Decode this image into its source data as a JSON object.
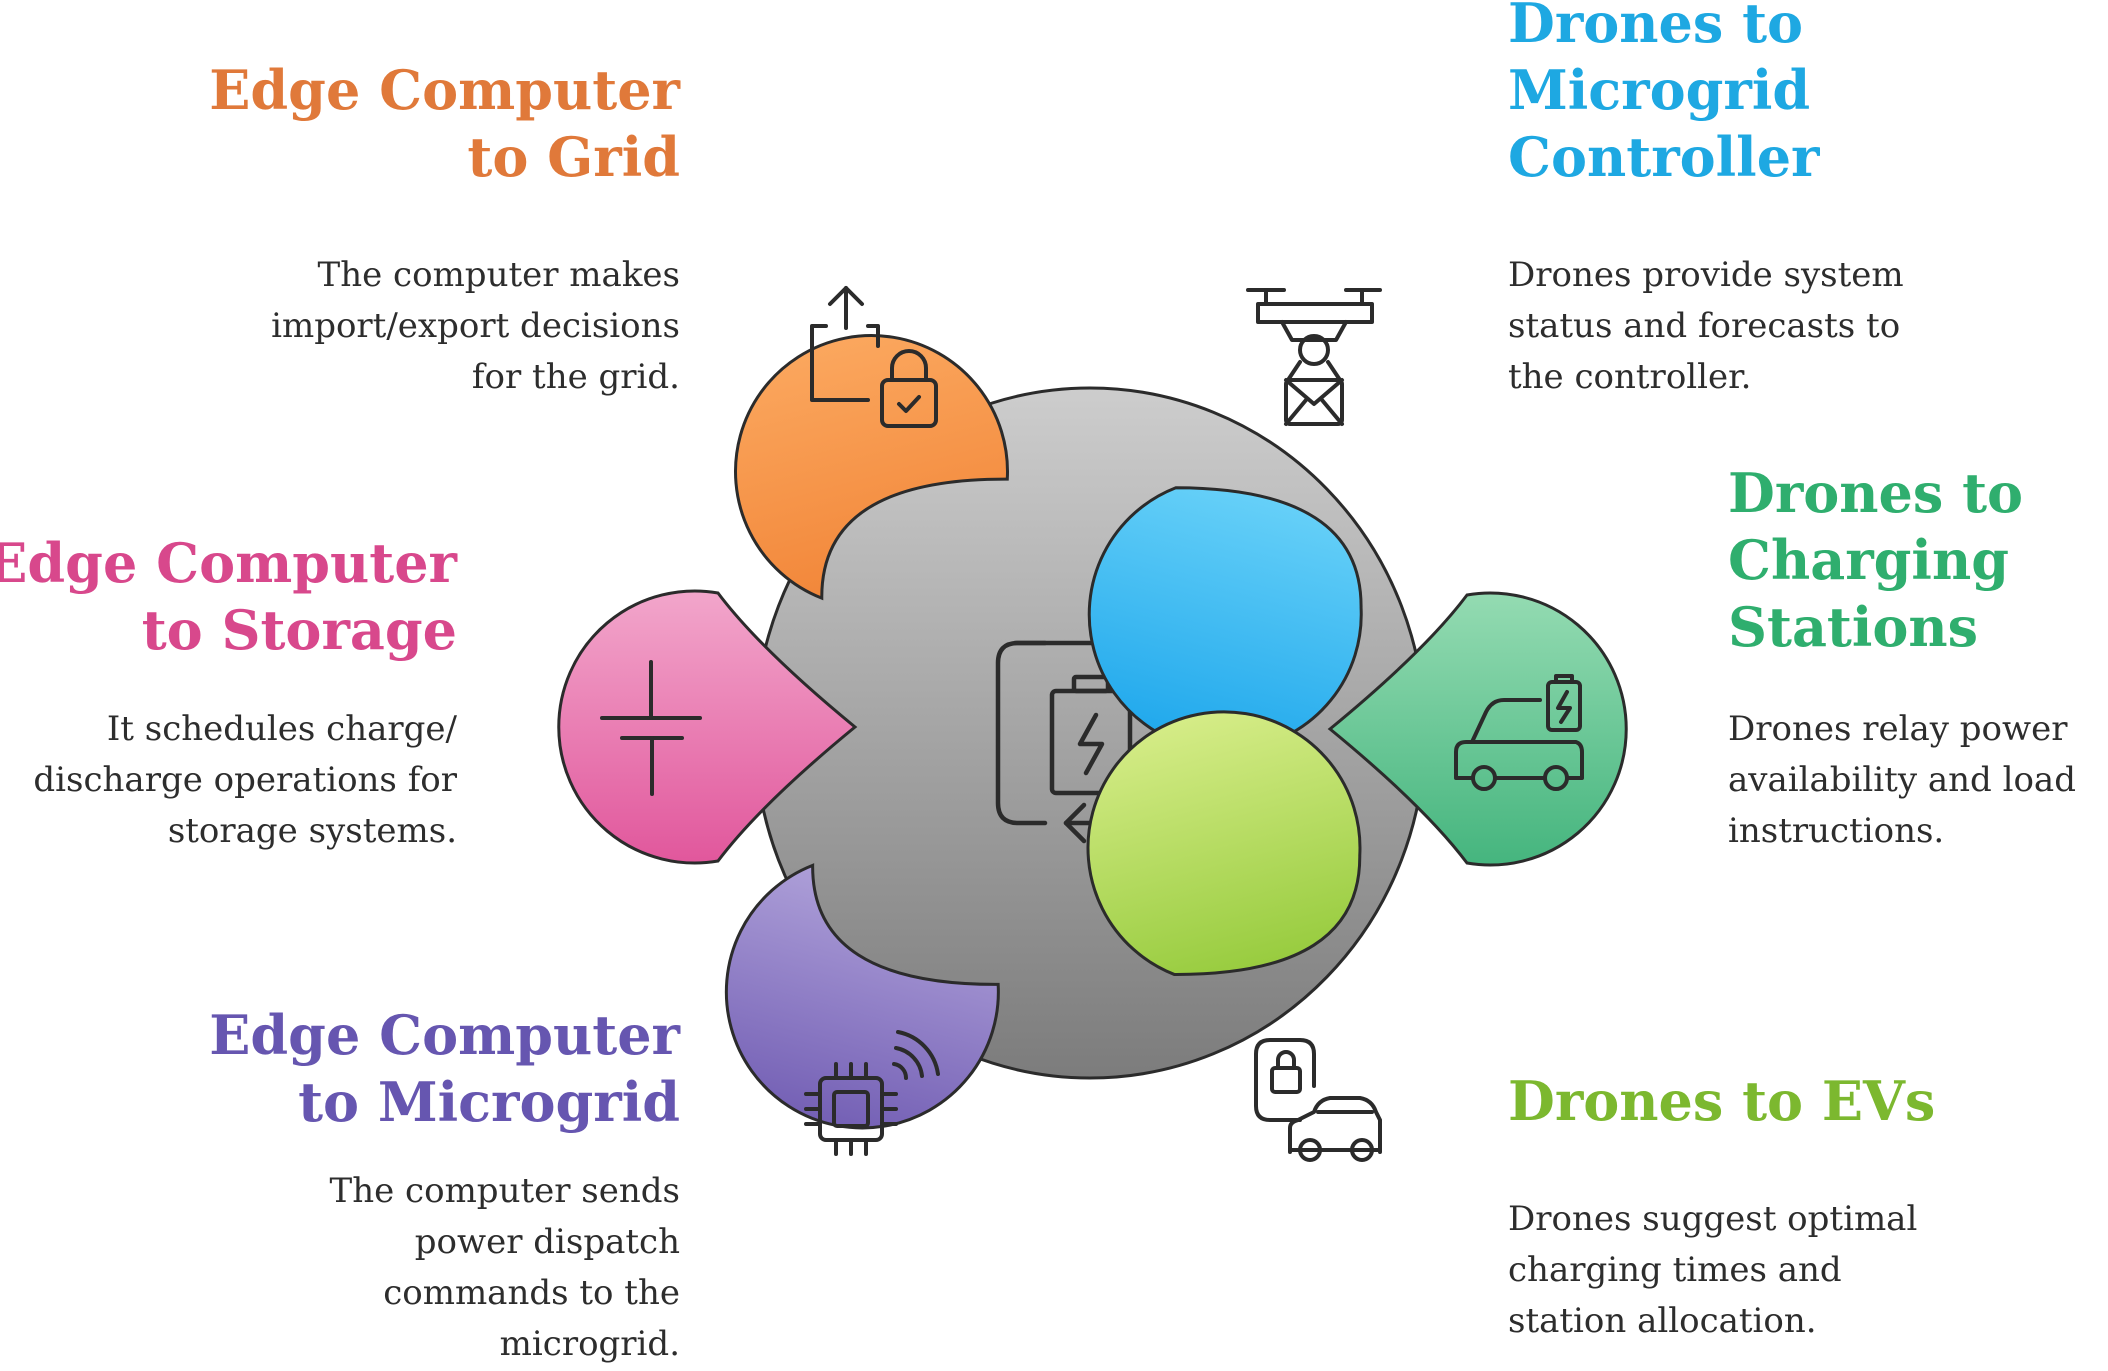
{
  "nodes": [
    {
      "id": "edge-grid",
      "title": [
        "Edge Computer",
        "to Grid"
      ],
      "description": [
        "The computer makes",
        "import/export decisions",
        "for the grid."
      ],
      "color": "#e0793a",
      "gradient": [
        "#fba75e",
        "#f2873a"
      ],
      "icon": "upload-lock-icon"
    },
    {
      "id": "drones-controller",
      "title": [
        "Drones to",
        "Microgrid",
        "Controller"
      ],
      "description": [
        "Drones provide system",
        "status and forecasts to",
        "the controller."
      ],
      "color": "#1ea8e2",
      "gradient": [
        "#66d0f8",
        "#20a8ec"
      ],
      "icon": "drone-package-icon"
    },
    {
      "id": "edge-storage",
      "title": [
        "Edge Computer",
        "to Storage"
      ],
      "description": [
        "It schedules charge/",
        "discharge operations for",
        "storage systems."
      ],
      "color": "#d8488c",
      "gradient": [
        "#f2a6cb",
        "#e1579c"
      ],
      "icon": "capacitor-icon"
    },
    {
      "id": "drones-stations",
      "title": [
        "Drones to",
        "Charging",
        "Stations"
      ],
      "description": [
        "Drones relay power",
        "availability and load",
        "instructions."
      ],
      "color": "#2fae6e",
      "gradient": [
        "#94dbb2",
        "#45b57e"
      ],
      "icon": "ev-charging-icon"
    },
    {
      "id": "edge-microgrid",
      "title": [
        "Edge Computer",
        "to Microgrid"
      ],
      "description": [
        "The computer sends",
        "power dispatch",
        "commands to the",
        "microgrid."
      ],
      "color": "#6656b0",
      "gradient": [
        "#ad9fd8",
        "#7460b5"
      ],
      "icon": "chip-wireless-icon"
    },
    {
      "id": "drones-evs",
      "title": [
        "Drones to EVs"
      ],
      "description": [
        "Drones suggest optimal",
        "charging times and",
        "station allocation."
      ],
      "color": "#7cb82f",
      "gradient": [
        "#d5ec87",
        "#98cc3f"
      ],
      "icon": "phone-car-icon"
    }
  ],
  "hub": {
    "icon": "battery-cycle-icon",
    "gradient": [
      "#cdcdcd",
      "#7c7c7c"
    ]
  }
}
